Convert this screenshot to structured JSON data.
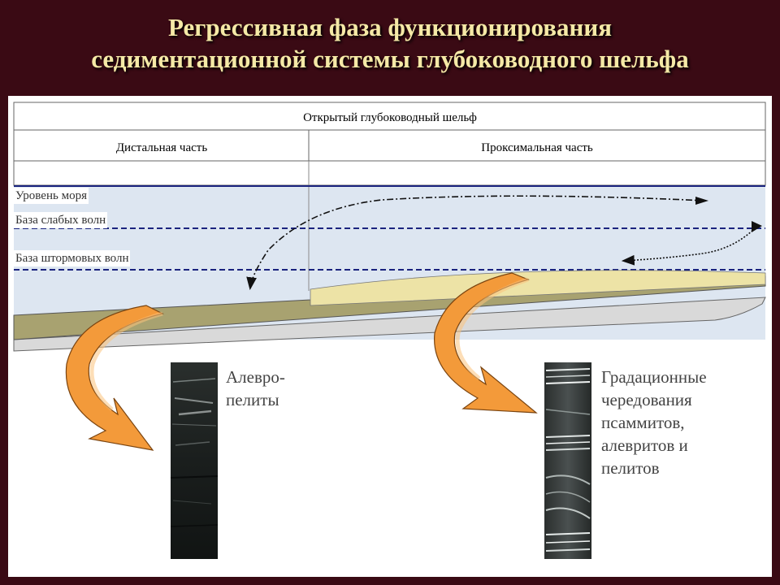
{
  "title": {
    "line1": "Регрессивная фаза функционирования",
    "line2": "седиментационной системы глубоководного шельфа"
  },
  "table": {
    "header": "Открытый глубоководный шельф",
    "distal": "Дистальная часть",
    "proximal": "Проксимальная часть"
  },
  "levels": {
    "sea_level": "Уровень моря",
    "fair_weather_wave_base": "База слабых волн",
    "storm_wave_base": "База штормовых волн"
  },
  "cores": {
    "left_caption": [
      "Алевро-",
      "пелиты"
    ],
    "right_caption": [
      "Градационные",
      "чередования",
      "псаммитов,",
      "алевритов и",
      "пелитов"
    ]
  },
  "colors": {
    "background": "#3a0a14",
    "title": "#f5e9a6",
    "water": "#dde6f1",
    "wave_line": "#1a237e",
    "olive_layer": "#a8a270",
    "sand_wedge": "#ede3a6",
    "base_layer": "#d9d9d9",
    "arrow": "#f39a3a"
  }
}
